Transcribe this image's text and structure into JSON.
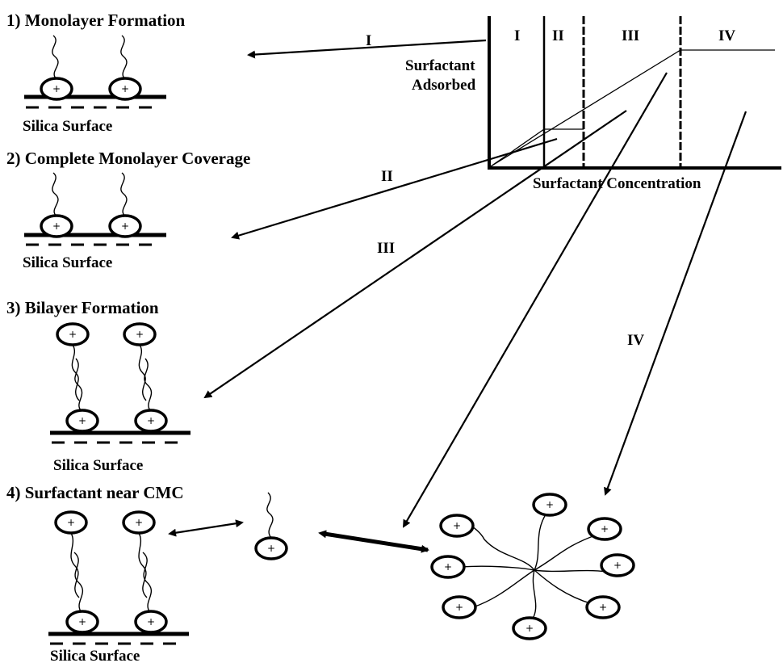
{
  "steps": {
    "s1": "1)  Monolayer Formation",
    "s2": "2) Complete Monolayer Coverage",
    "s3": "3) Bilayer Formation",
    "s4": "4) Surfactant near CMC"
  },
  "surface_label": "Silica Surface",
  "graph": {
    "y_label_line1": "Surfactant",
    "y_label_line2": "Adsorbed",
    "x_label": "Surfactant Concentration",
    "regions": [
      "I",
      "II",
      "III",
      "IV"
    ]
  },
  "arrow_labels": {
    "a1": "I",
    "a2": "II",
    "a3": "III",
    "a4": "IV"
  },
  "head_symbol": "+"
}
